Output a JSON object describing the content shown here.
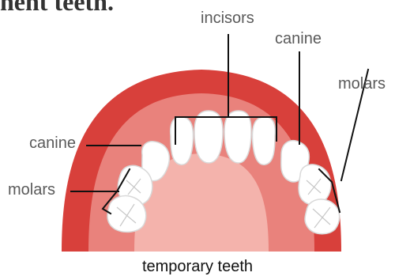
{
  "heading_fragment": "nent teeth.",
  "labels": {
    "incisors": "incisors",
    "canine_right": "canine",
    "molars_right": "molars",
    "canine_left": "canine",
    "molars_left": "molars"
  },
  "caption": "temporary teeth",
  "colors": {
    "gum_outer": "#d8403b",
    "gum_inner": "#e9827c",
    "palate": "#f4b3ac",
    "tooth": "#ffffff",
    "tooth_outline": "#d9d9d9",
    "leader_line": "#111111",
    "label_text": "#5a5a5a"
  }
}
